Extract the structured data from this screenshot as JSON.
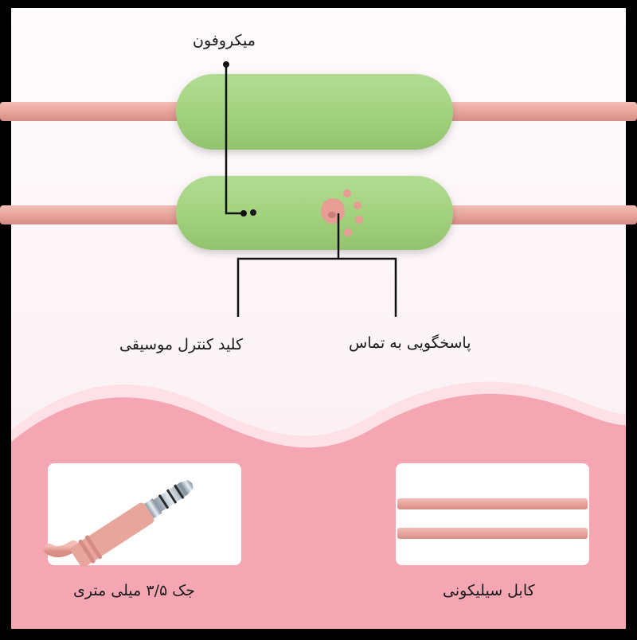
{
  "callouts": {
    "microphone": "میکروفون",
    "music_control": "کلید کنترل موسیقی",
    "call_answer": "پاسخگویی به تماس"
  },
  "features": {
    "jack": "جک ۳/۵ میلی متری",
    "cable": "کابل سیلیکونی"
  },
  "colors": {
    "remote_green": "#a3d37e",
    "cable_pink": "#e8a59c",
    "wave_pink": "#f4a7b2",
    "paw_pink": "#e79d93",
    "panel_background": "#fbf2f4"
  },
  "icons": [
    "paw-icon"
  ]
}
